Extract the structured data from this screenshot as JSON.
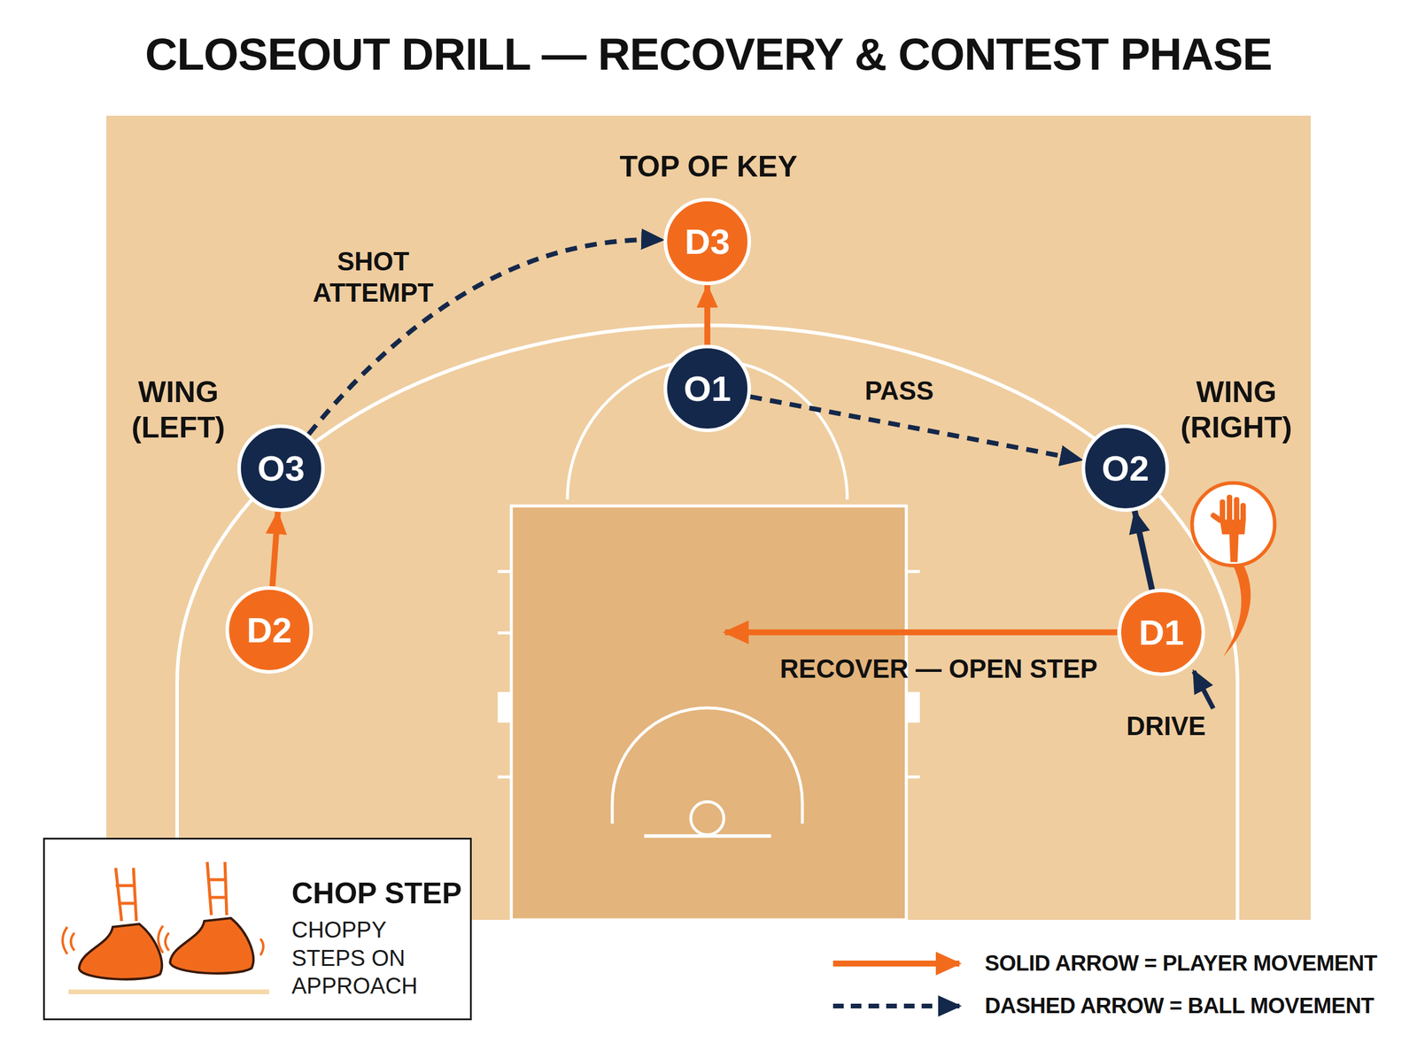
{
  "diagram": {
    "title": "CLOSEOUT DRILL — RECOVERY & CONTEST PHASE",
    "nodes": [
      {
        "text": [
          "D3"
        ]
      },
      {
        "text": [
          "O1"
        ]
      },
      {
        "text": [
          "O3"
        ]
      },
      {
        "text": [
          "O2"
        ]
      },
      {
        "text": [
          "D2"
        ]
      },
      {
        "text": [
          "D1"
        ]
      },
      {
        "text": [
          "CHOP STEP",
          "CHOPPY STEPS ON APPROACH"
        ]
      }
    ],
    "edges": [
      {
        "from": 2,
        "to": 0,
        "arrow": "to",
        "label": "SHOT ATTEMPT"
      },
      {
        "from": 1,
        "to": 0,
        "arrow": "to"
      },
      {
        "from": 1,
        "to": 3,
        "arrow": "to",
        "label": "PASS"
      },
      {
        "from": 4,
        "to": 2,
        "arrow": "to"
      },
      {
        "from": 5,
        "to": 3,
        "arrow": "to"
      }
    ],
    "labels": [
      "TOP OF KEY",
      "WING (LEFT)",
      "WING (RIGHT)",
      "RECOVER — OPEN STEP",
      "DRIVE"
    ],
    "legend": [
      {
        "text": "SOLID ARROW = PLAYER MOVEMENT"
      },
      {
        "text": "DASHED ARROW = BALL MOVEMENT"
      }
    ]
  }
}
